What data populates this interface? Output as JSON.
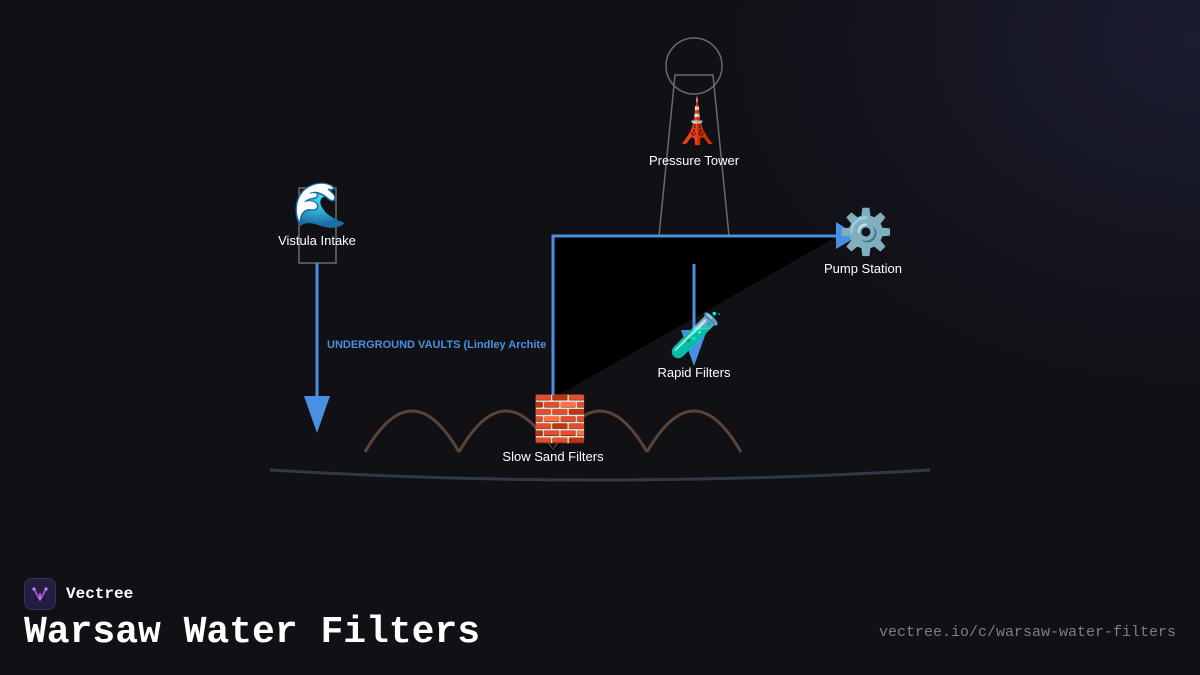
{
  "diagram": {
    "nodes": [
      {
        "id": "vistula",
        "label": "Vistula Intake",
        "icon": "🌊",
        "icon_name": "water-wave-icon"
      },
      {
        "id": "pressure",
        "label": "Pressure Tower",
        "icon": "🗼",
        "icon_name": "tower-icon"
      },
      {
        "id": "pump",
        "label": "Pump Station",
        "icon": "⚙️",
        "icon_name": "gear-icon"
      },
      {
        "id": "rapid",
        "label": "Rapid Filters",
        "icon": "🧪",
        "icon_name": "test-tube-icon"
      },
      {
        "id": "slowsand",
        "label": "Slow Sand Filters",
        "icon": "🧱",
        "icon_name": "brick-icon"
      }
    ],
    "vault_label": "UNDERGROUND VAULTS (Lindley Archite",
    "colors": {
      "flow": "#4a90e2",
      "arches": "#5b4338",
      "ground": "#2e3a4a",
      "outline": "#6a6a6a"
    }
  },
  "brand": {
    "name": "Vectree"
  },
  "title": "Warsaw Water Filters",
  "url": "vectree.io/c/warsaw-water-filters"
}
